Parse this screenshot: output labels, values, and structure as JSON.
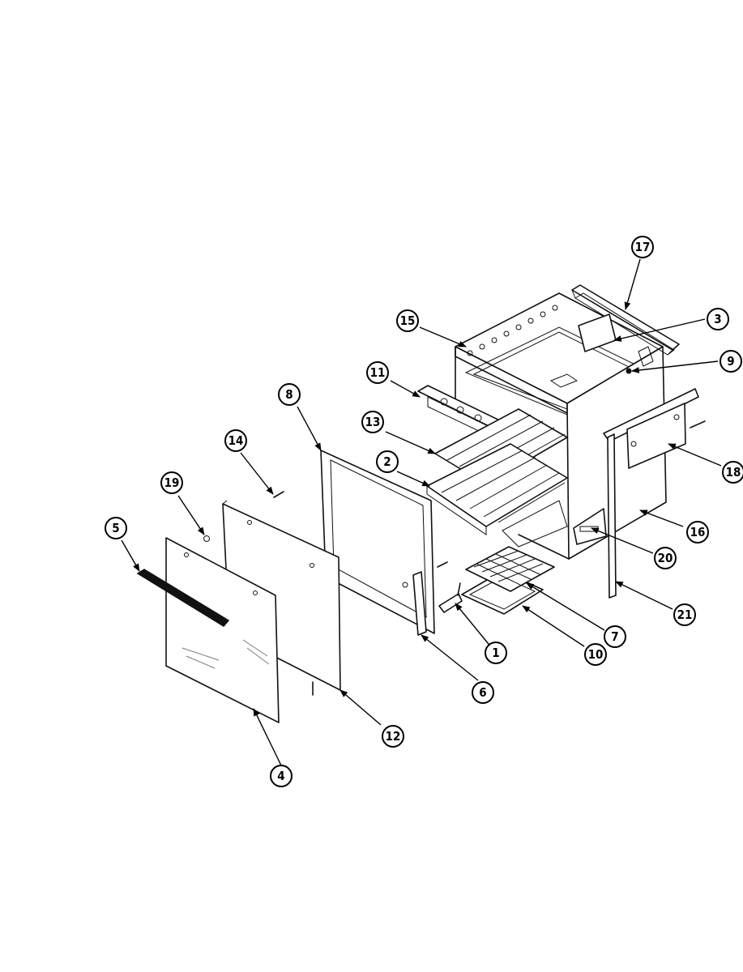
{
  "callouts": [
    {
      "label": "1"
    },
    {
      "label": "2"
    },
    {
      "label": "3"
    },
    {
      "label": "4"
    },
    {
      "label": "5"
    },
    {
      "label": "6"
    },
    {
      "label": "7"
    },
    {
      "label": "8"
    },
    {
      "label": "9"
    },
    {
      "label": "10"
    },
    {
      "label": "11"
    },
    {
      "label": "12"
    },
    {
      "label": "13"
    },
    {
      "label": "14"
    },
    {
      "label": "15"
    },
    {
      "label": "16"
    },
    {
      "label": "17"
    },
    {
      "label": "18"
    },
    {
      "label": "19"
    },
    {
      "label": "20"
    },
    {
      "label": "21"
    }
  ]
}
